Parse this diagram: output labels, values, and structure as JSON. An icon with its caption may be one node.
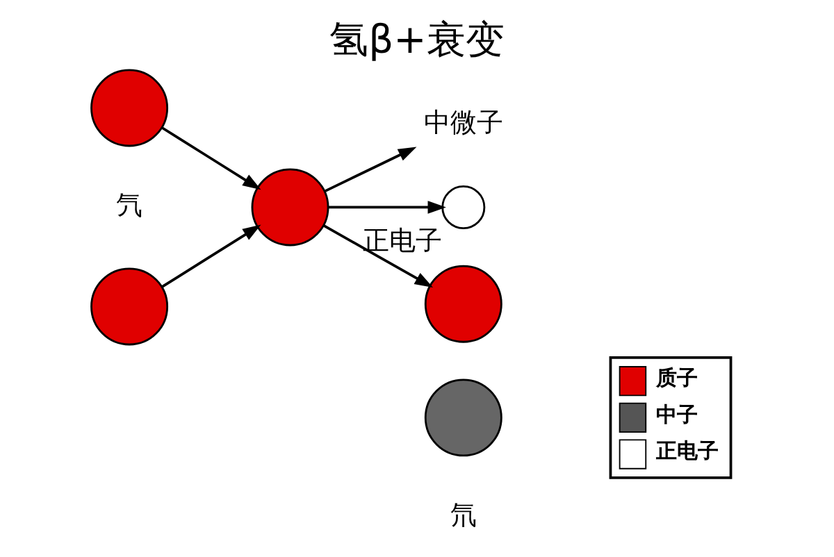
{
  "diagram": {
    "title": "氢β+衰变",
    "nodes": [
      {
        "text": [],
        "shape": "circle"
      },
      {
        "text": [],
        "shape": "circle"
      },
      {
        "text": [],
        "shape": "circle"
      },
      {
        "text": [
          "中微子"
        ]
      },
      {
        "text": [],
        "shape": "circle",
        "beside": [
          "正电子"
        ]
      },
      {
        "text": [],
        "shape": "circle"
      },
      {
        "text": [],
        "shape": "circle"
      }
    ],
    "edges": [
      {
        "from": 0,
        "to": 2,
        "arrow": "to"
      },
      {
        "from": 1,
        "to": 2,
        "arrow": "to"
      },
      {
        "from": 2,
        "to": 3,
        "arrow": "to"
      },
      {
        "from": 2,
        "to": 4,
        "arrow": "to"
      },
      {
        "from": 2,
        "to": 5,
        "arrow": "to"
      }
    ],
    "labels": [
      "氕",
      "氘"
    ],
    "legend": [
      {
        "text": "质子",
        "color": "#e00000"
      },
      {
        "text": "中子",
        "color": "#555555"
      },
      {
        "text": "正电子",
        "color": "#ffffff"
      }
    ]
  }
}
